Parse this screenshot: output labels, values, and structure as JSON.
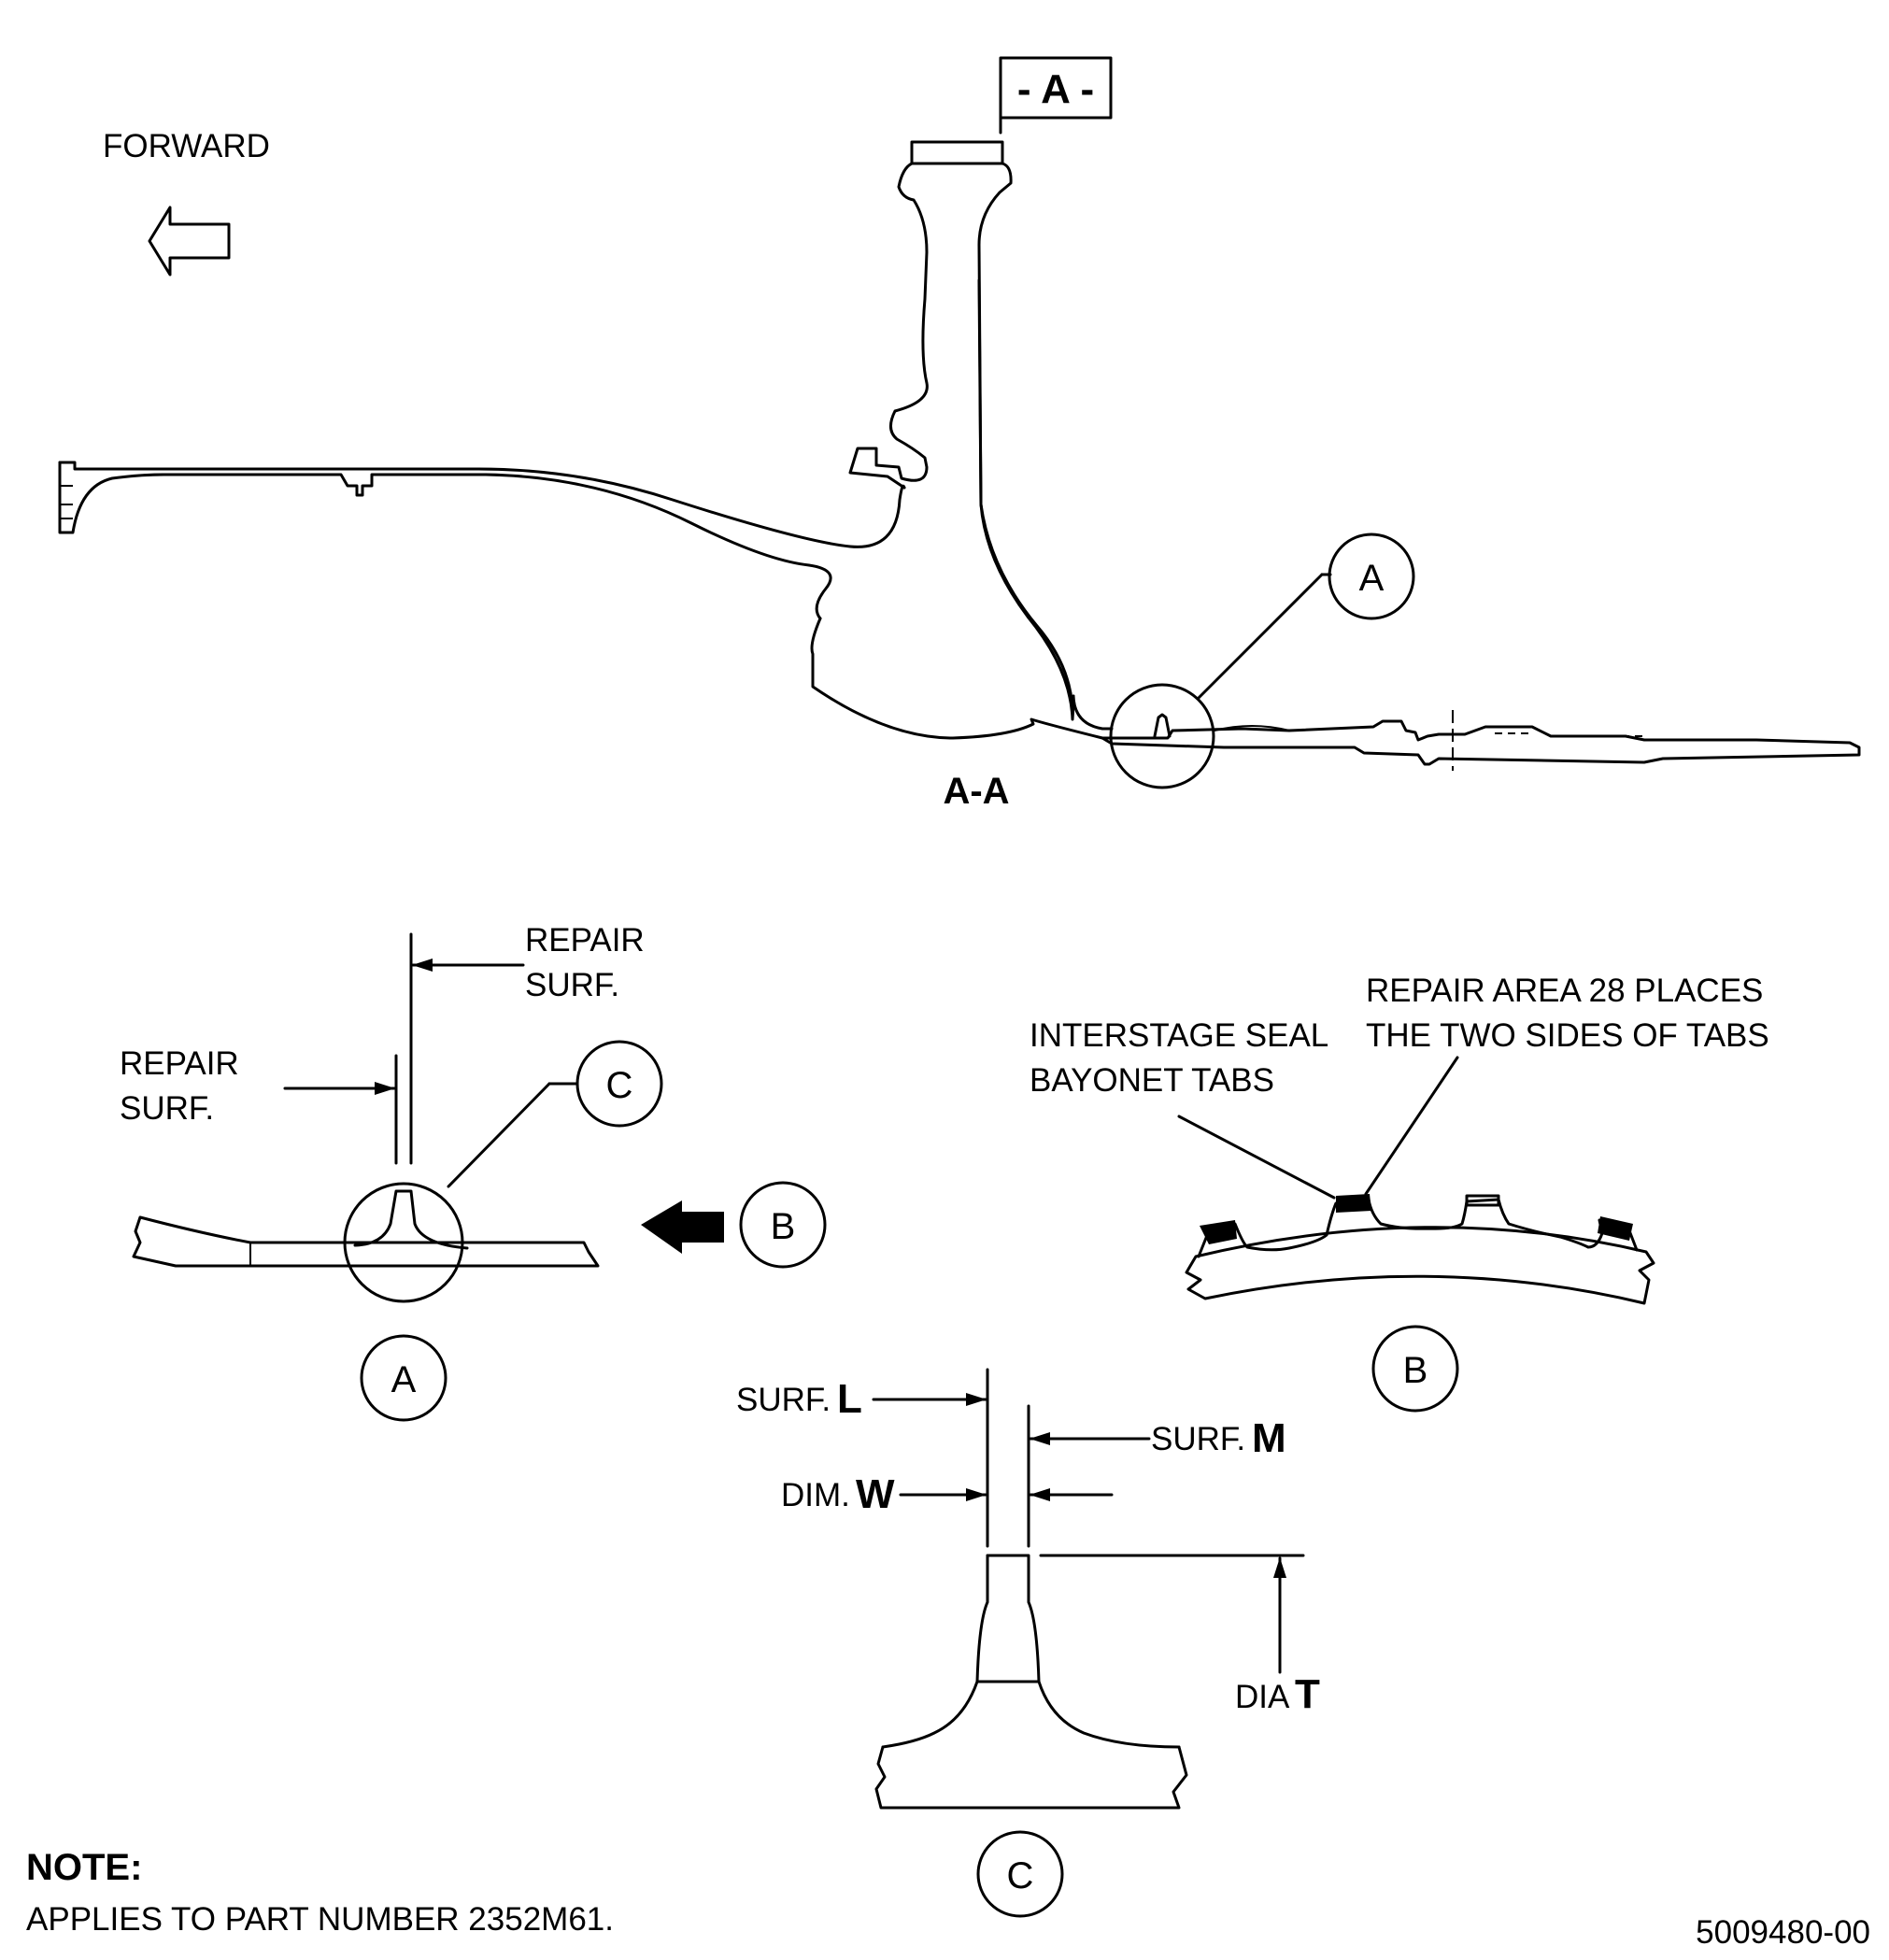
{
  "section_marker": "- A -",
  "direction_label": "FORWARD",
  "section_label": "A-A",
  "callouts": {
    "a": "A",
    "b": "B",
    "c": "C"
  },
  "detail_a": {
    "repair_surf_top": [
      "REPAIR",
      "SURF."
    ],
    "repair_surf_left": [
      "REPAIR",
      "SURF."
    ]
  },
  "detail_b": {
    "seal_tabs": [
      "INTERSTAGE SEAL",
      "BAYONET TABS"
    ],
    "repair_area": [
      "REPAIR AREA 28 PLACES",
      "THE TWO SIDES OF TABS"
    ]
  },
  "detail_c": {
    "surf_l_prefix": "SURF.",
    "surf_l_letter": "L",
    "surf_m_prefix": "SURF.",
    "surf_m_letter": "M",
    "dim_w_prefix": "DIM.",
    "dim_w_letter": "W",
    "dia_t_prefix": "DIA",
    "dia_t_letter": "T"
  },
  "note": {
    "heading": "NOTE:",
    "text": "APPLIES TO PART NUMBER 2352M61."
  },
  "figure_number": "5009480-00"
}
